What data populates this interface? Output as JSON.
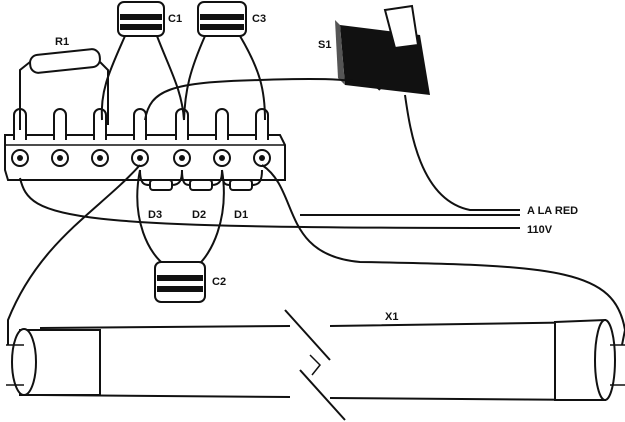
{
  "labels": {
    "r1": "R1",
    "c1": "C1",
    "c2": "C2",
    "c3": "C3",
    "s1": "S1",
    "d1": "D1",
    "d2": "D2",
    "d3": "D3",
    "x1": "X1",
    "mains": "A LA RED",
    "voltage": "110V"
  }
}
